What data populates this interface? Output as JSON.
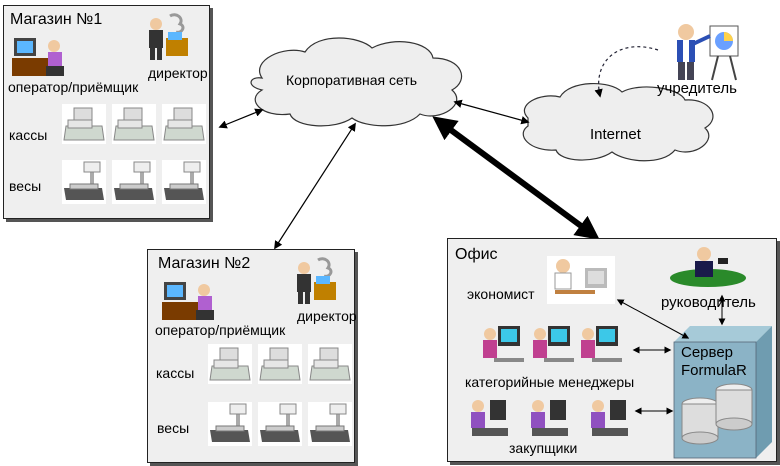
{
  "store1": {
    "title": "Магазин №1",
    "director": "директор",
    "operator": "оператор/приёмщик",
    "registers": "кассы",
    "scales": "весы"
  },
  "store2": {
    "title": "Магазин №2",
    "director": "директор",
    "operator": "оператор/приёмщик",
    "registers": "кассы",
    "scales": "весы"
  },
  "network": {
    "corporate": "Корпоративная сеть",
    "internet": "Internet"
  },
  "founder": {
    "label": "учредитель"
  },
  "office": {
    "title": "Офис",
    "economist": "экономист",
    "manager": "руководитель",
    "category_managers": "категорийные менеджеры",
    "buyers": "закупщики",
    "server_line1": "Сервер",
    "server_line2": "FormulaR"
  }
}
